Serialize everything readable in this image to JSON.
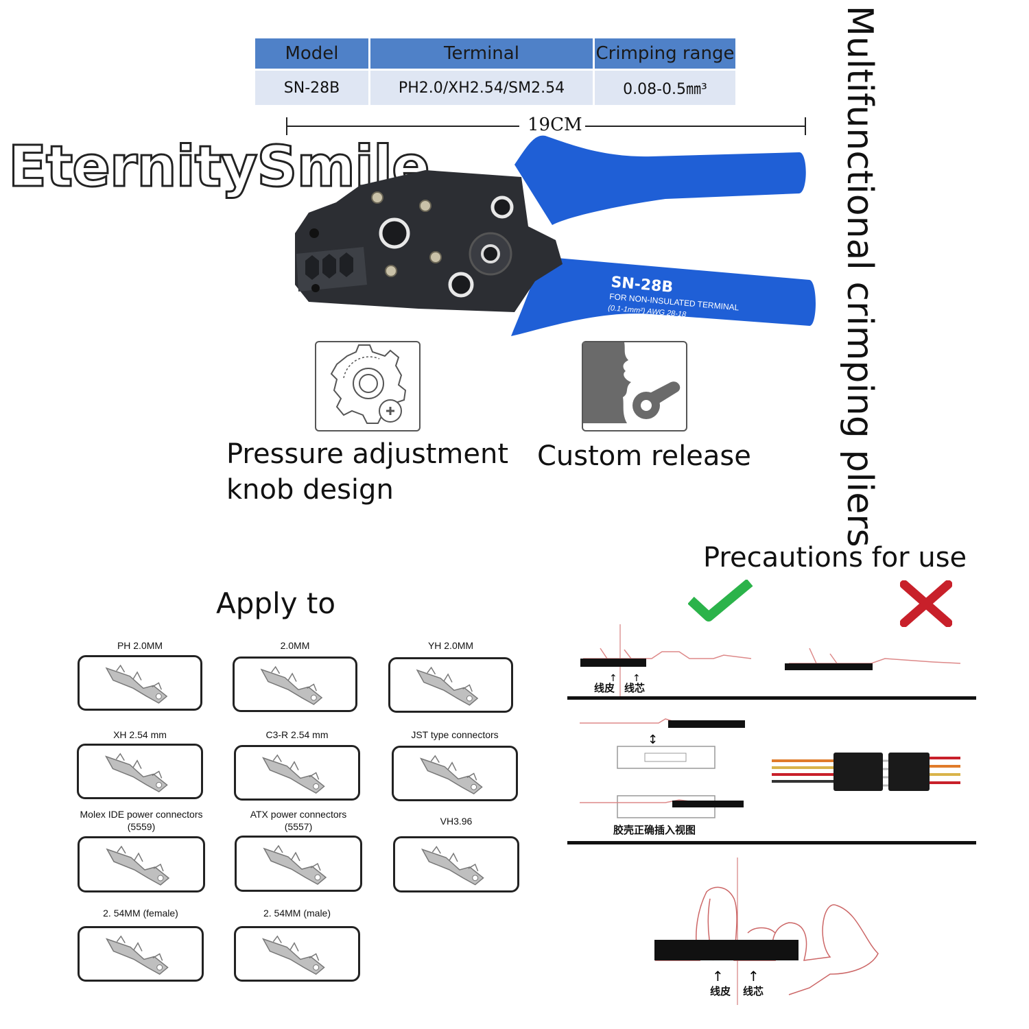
{
  "spec_table": {
    "headers": [
      "Model",
      "Terminal",
      "Crimping range"
    ],
    "row": [
      "SN-28B",
      "PH2.0/XH2.54/SM2.54",
      "0.08-0.5㎜³"
    ]
  },
  "dimension_label": "19CM",
  "brand": "EternitySmile",
  "vertical_title": "Multifunctional crimping pliers",
  "tool_print": {
    "model": "SN-28B",
    "line1": "FOR NON-INSULATED TERMINAL",
    "line2": "(0.1-1mm²) AWG 28-18"
  },
  "features": [
    {
      "icon": "pressure-knob-icon",
      "label_lines": [
        "Pressure adjustment",
        "knob design"
      ]
    },
    {
      "icon": "release-lever-icon",
      "label_lines": [
        "Custom release"
      ]
    }
  ],
  "apply_title": "Apply to",
  "connectors": [
    {
      "label": "PH 2.0MM"
    },
    {
      "label": "2.0MM"
    },
    {
      "label": "YH 2.0MM"
    },
    {
      "label": "XH 2.54 mm"
    },
    {
      "label": "C3-R 2.54 mm"
    },
    {
      "label": "JST type connectors"
    },
    {
      "label": "Molex IDE power connectors\n(5559)"
    },
    {
      "label": "ATX power connectors\n(5557)"
    },
    {
      "label": "VH3.96"
    },
    {
      "label": "2. 54MM  (female)"
    },
    {
      "label": "2. 54MM (male)"
    }
  ],
  "precautions": {
    "title": "Precautions for use",
    "insulation_label": "线皮",
    "core_label": "线芯",
    "housing_caption": "胶壳正确插入视图",
    "correct_color": "#2bb34a",
    "wrong_color": "#c8202a"
  },
  "colors": {
    "handle_blue": "#1f5fd6",
    "table_header": "#4f81c8",
    "table_cell": "#dfe6f3"
  }
}
